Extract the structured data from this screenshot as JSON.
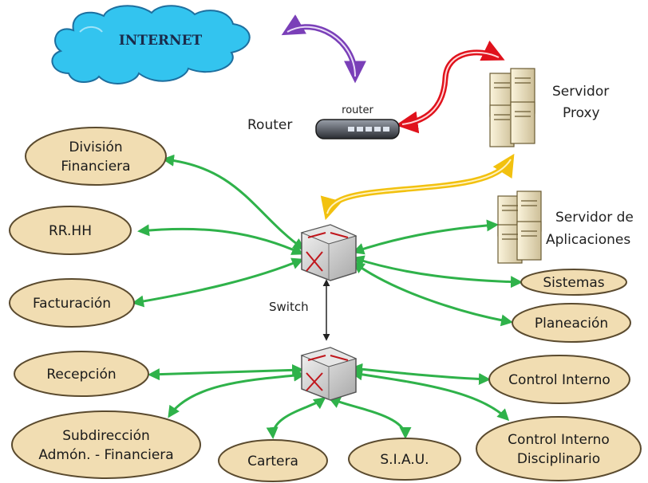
{
  "cloud": {
    "label": "INTERNET"
  },
  "router": {
    "device_label": "router",
    "label": "Router"
  },
  "proxy": {
    "label_line1": "Servidor",
    "label_line2": "Proxy"
  },
  "app_server": {
    "label_line1": "Servidor de",
    "label_line2": "Aplicaciones"
  },
  "switch": {
    "label": "Switch"
  },
  "nodes": {
    "division": {
      "line1": "División",
      "line2": "Financiera"
    },
    "rrhh": "RR.HH",
    "facturacion": "Facturación",
    "recepcion": "Recepción",
    "subdireccion": {
      "line1": "Subdirección",
      "line2": "Admón. - Financiera"
    },
    "cartera": "Cartera",
    "siau": "S.I.A.U.",
    "control_interno": "Control Interno",
    "control_disciplinario": {
      "line1": "Control Interno",
      "line2": "Disciplinario"
    },
    "sistemas": "Sistemas",
    "planeacion": "Planeación"
  },
  "colors": {
    "oval_fill": "#f1ddb2",
    "oval_stroke": "#5a4a2e",
    "cloud": "#33c4ef",
    "internet_link": "#7a3fb8",
    "proxy_router_link": "#e0121c",
    "proxy_switch_link": "#f2c10f",
    "lan_link": "#2fb24a"
  }
}
